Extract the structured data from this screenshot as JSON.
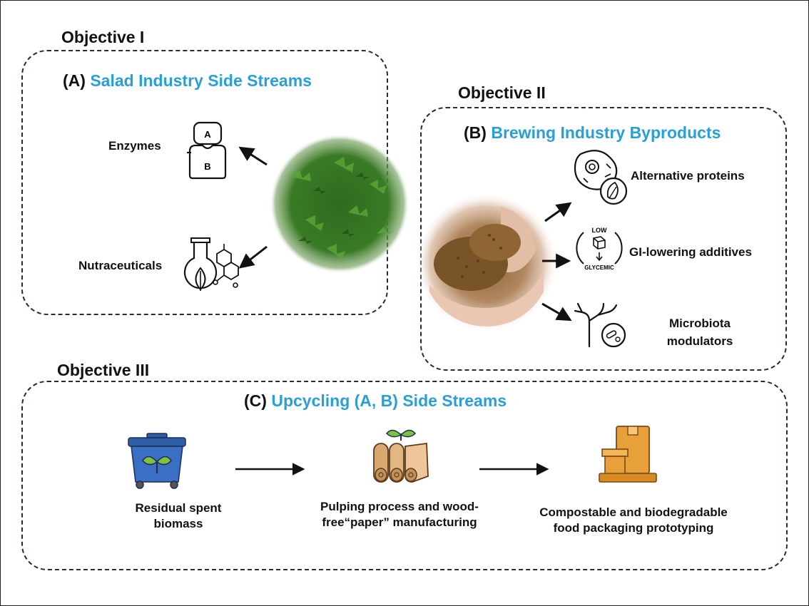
{
  "objectives": {
    "one": "Objective I",
    "two": "Objective II",
    "three": "Objective III"
  },
  "panel_a": {
    "prefix": "(A)",
    "title": "Salad Industry Side Streams",
    "items": [
      "Enzymes",
      "Nutraceuticals"
    ],
    "icon_letters": [
      "A",
      "B"
    ]
  },
  "panel_b": {
    "prefix": "(B)",
    "title": "Brewing Industry Byproducts",
    "items": [
      "Alternative proteins",
      "GI-lowering additives",
      "Microbiota",
      "modulators"
    ],
    "low_gi_badge": [
      "LOW",
      "GLYCEMIC"
    ]
  },
  "panel_c": {
    "prefix": "(C)",
    "title": "Upcycling (A, B) Side Streams",
    "steps": [
      {
        "line1": "Residual spent",
        "line2": "biomass"
      },
      {
        "line1": "Pulping process and wood-",
        "line2": "free“paper” manufacturing"
      },
      {
        "line1": "Compostable and biodegradable",
        "line2": "food packaging prototyping"
      }
    ]
  },
  "colors": {
    "accent": "#2a9fd6",
    "border": "#1e2d3d",
    "leaf_green": "#3a7a25",
    "bin_blue": "#2f5ea8",
    "wood": "#d9a871",
    "box_orange": "#e8a13a"
  }
}
